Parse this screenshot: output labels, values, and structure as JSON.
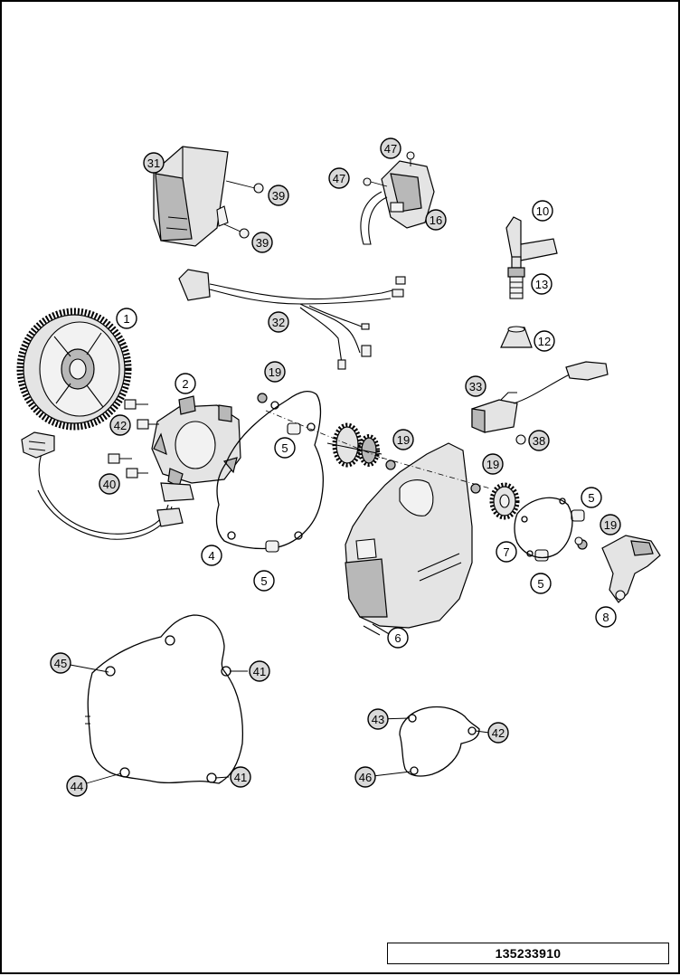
{
  "figure": {
    "document_number": "135233910"
  },
  "callouts": [
    {
      "label": "1",
      "style": "open"
    },
    {
      "label": "2",
      "style": "open"
    },
    {
      "label": "4",
      "style": "open"
    },
    {
      "label": "5",
      "style": "open"
    },
    {
      "label": "5",
      "style": "open"
    },
    {
      "label": "5",
      "style": "open"
    },
    {
      "label": "5",
      "style": "open"
    },
    {
      "label": "6",
      "style": "open"
    },
    {
      "label": "7",
      "style": "open"
    },
    {
      "label": "8",
      "style": "open"
    },
    {
      "label": "10",
      "style": "open"
    },
    {
      "label": "12",
      "style": "open"
    },
    {
      "label": "13",
      "style": "open"
    },
    {
      "label": "16",
      "style": "filled"
    },
    {
      "label": "19",
      "style": "filled"
    },
    {
      "label": "19",
      "style": "filled"
    },
    {
      "label": "19",
      "style": "filled"
    },
    {
      "label": "19",
      "style": "filled"
    },
    {
      "label": "31",
      "style": "filled"
    },
    {
      "label": "32",
      "style": "filled"
    },
    {
      "label": "33",
      "style": "filled"
    },
    {
      "label": "38",
      "style": "filled"
    },
    {
      "label": "39",
      "style": "filled"
    },
    {
      "label": "39",
      "style": "filled"
    },
    {
      "label": "40",
      "style": "filled"
    },
    {
      "label": "41",
      "style": "filled"
    },
    {
      "label": "41",
      "style": "filled"
    },
    {
      "label": "42",
      "style": "filled"
    },
    {
      "label": "42",
      "style": "filled"
    },
    {
      "label": "43",
      "style": "filled"
    },
    {
      "label": "44",
      "style": "filled"
    },
    {
      "label": "45",
      "style": "filled"
    },
    {
      "label": "46",
      "style": "filled"
    },
    {
      "label": "47",
      "style": "filled"
    },
    {
      "label": "47",
      "style": "filled"
    }
  ]
}
